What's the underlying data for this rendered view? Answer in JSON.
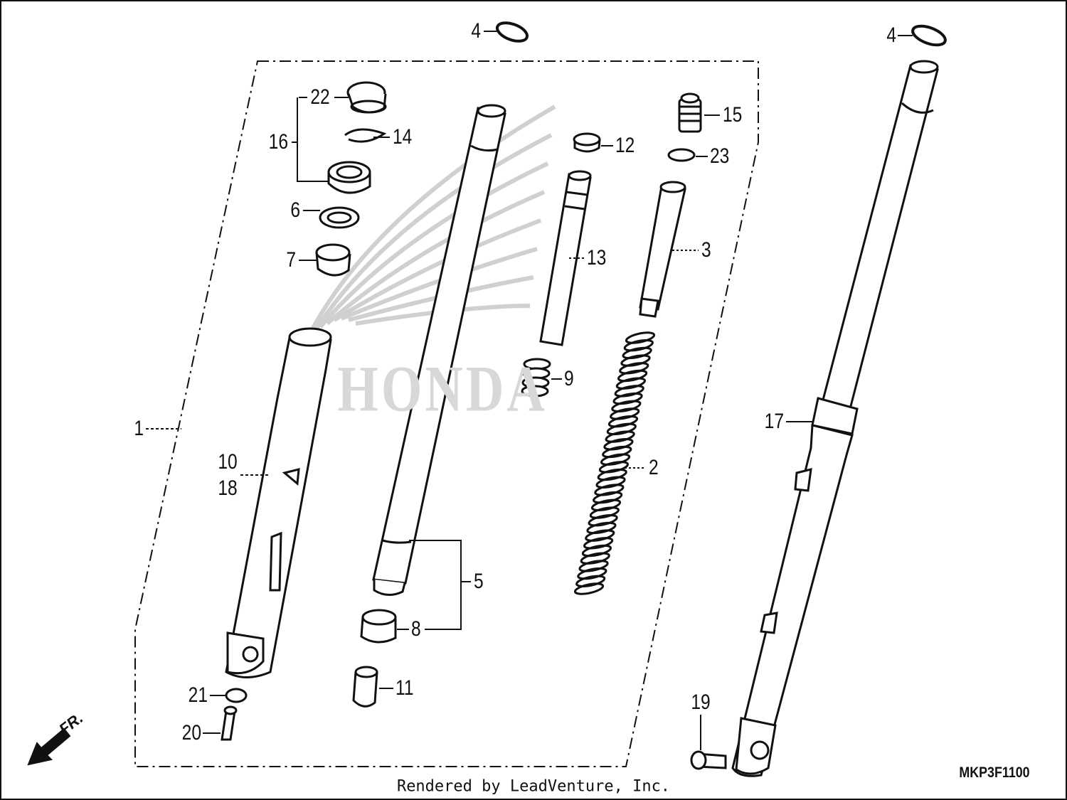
{
  "diagram": {
    "title": "",
    "callouts": [
      {
        "id": "callout-4-a",
        "text": "4"
      },
      {
        "id": "callout-4-b",
        "text": "4"
      },
      {
        "id": "callout-22",
        "text": "22"
      },
      {
        "id": "callout-14",
        "text": "14"
      },
      {
        "id": "callout-16",
        "text": "16"
      },
      {
        "id": "callout-6",
        "text": "6"
      },
      {
        "id": "callout-7",
        "text": "7"
      },
      {
        "id": "callout-12",
        "text": "12"
      },
      {
        "id": "callout-15",
        "text": "15"
      },
      {
        "id": "callout-23",
        "text": "23"
      },
      {
        "id": "callout-13",
        "text": "13"
      },
      {
        "id": "callout-3",
        "text": "3"
      },
      {
        "id": "callout-9",
        "text": "9"
      },
      {
        "id": "callout-1",
        "text": "1"
      },
      {
        "id": "callout-10",
        "text": "10"
      },
      {
        "id": "callout-18",
        "text": "18"
      },
      {
        "id": "callout-2",
        "text": "2"
      },
      {
        "id": "callout-17",
        "text": "17"
      },
      {
        "id": "callout-5",
        "text": "5"
      },
      {
        "id": "callout-8",
        "text": "8"
      },
      {
        "id": "callout-11",
        "text": "11"
      },
      {
        "id": "callout-21",
        "text": "21"
      },
      {
        "id": "callout-20",
        "text": "20"
      },
      {
        "id": "callout-19",
        "text": "19"
      }
    ],
    "watermark": "HONDA",
    "direction_marker": "FR.",
    "diagram_code": "MKP3F1100",
    "footer": "Rendered by LeadVenture, Inc."
  },
  "colors": {
    "line": "#111111",
    "watermark": "#d8d8d8",
    "background": "#ffffff"
  }
}
